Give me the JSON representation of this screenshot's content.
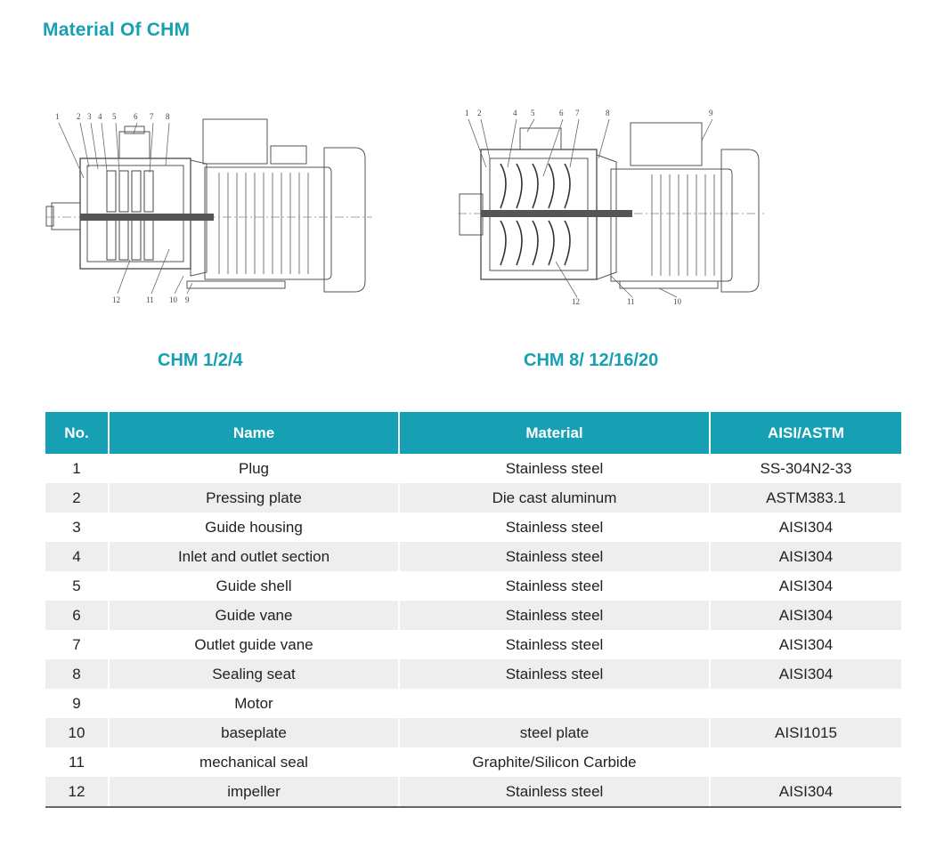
{
  "page": {
    "title": "Material Of CHM"
  },
  "drawings": [
    {
      "model": "CHM 1/2/4",
      "callouts": [
        "1",
        "2",
        "3",
        "4",
        "5",
        "6",
        "7",
        "8",
        "12",
        "11",
        "10",
        "9"
      ]
    },
    {
      "model": "CHM 8/ 12/16/20",
      "callouts": [
        "1",
        "2",
        "4",
        "5",
        "6",
        "7",
        "8",
        "9",
        "12",
        "11",
        "10"
      ]
    }
  ],
  "colors": {
    "accent": "#17a0b4",
    "row_alt": "#eeeeee",
    "line": "#555555"
  },
  "table": {
    "headers": [
      "No.",
      "Name",
      "Material",
      "AISI/ASTM"
    ],
    "rows": [
      [
        "1",
        "Plug",
        "Stainless steel",
        "SS-304N2-33"
      ],
      [
        "2",
        "Pressing plate",
        "Die cast aluminum",
        "ASTM383.1"
      ],
      [
        "3",
        "Guide housing",
        "Stainless steel",
        "AISI304"
      ],
      [
        "4",
        "Inlet and outlet section",
        "Stainless steel",
        "AISI304"
      ],
      [
        "5",
        "Guide shell",
        "Stainless steel",
        "AISI304"
      ],
      [
        "6",
        "Guide vane",
        "Stainless steel",
        "AISI304"
      ],
      [
        "7",
        "Outlet guide vane",
        "Stainless steel",
        "AISI304"
      ],
      [
        "8",
        "Sealing seat",
        "Stainless steel",
        "AISI304"
      ],
      [
        "9",
        "Motor",
        "",
        ""
      ],
      [
        "10",
        "baseplate",
        "steel plate",
        "AISI1015"
      ],
      [
        "11",
        "mechanical seal",
        "Graphite/Silicon Carbide",
        ""
      ],
      [
        "12",
        "impeller",
        "Stainless steel",
        "AISI304"
      ]
    ]
  }
}
